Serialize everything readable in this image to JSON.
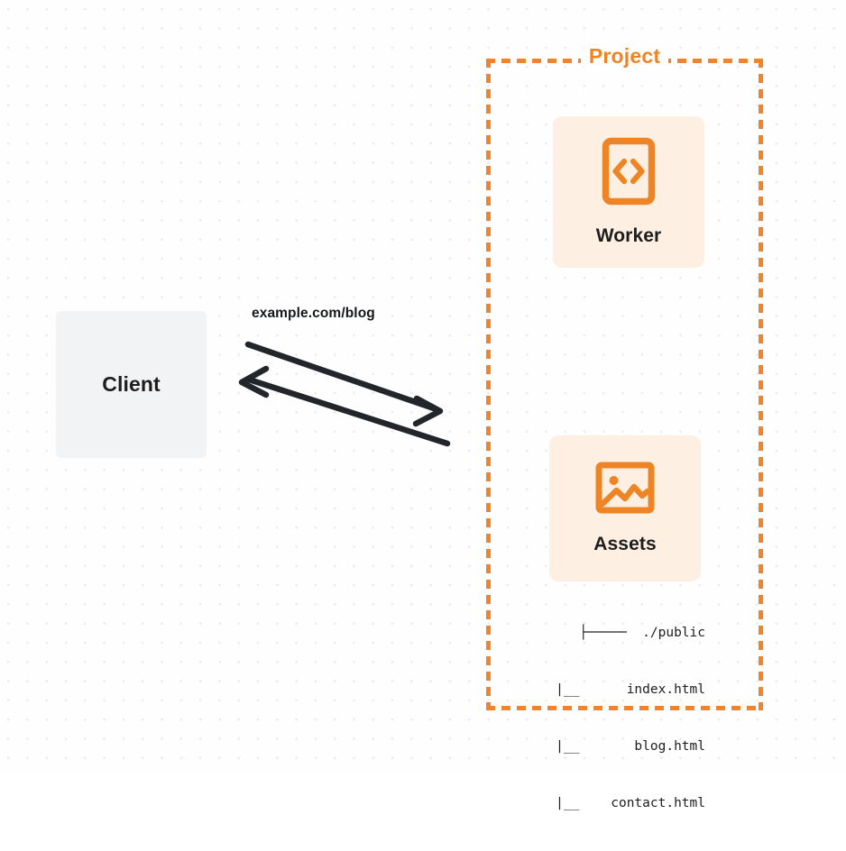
{
  "diagram": {
    "background": {
      "style": "dot-grid",
      "dot_color": "#e9e9ea",
      "page_color": "#fefefe"
    },
    "colors": {
      "accent_orange": "#ef8424",
      "node_fill_orange": "#fdf0e3",
      "node_fill_gray": "#f2f3f5",
      "text_dark": "#1d1d1d",
      "arrow": "#22262a"
    },
    "group": {
      "label": "Project",
      "border_style": "dashed",
      "border_color": "#f1832a"
    },
    "nodes": [
      {
        "id": "client",
        "label": "Client",
        "icon": "none",
        "fill": "#f2f3f5"
      },
      {
        "id": "worker",
        "label": "Worker",
        "icon": "code-brackets-icon",
        "fill": "#fdf0e3"
      },
      {
        "id": "assets",
        "label": "Assets",
        "icon": "image-icon",
        "fill": "#fdf0e3"
      }
    ],
    "edges": [
      {
        "id": "client-to-project",
        "label": "example.com/blog",
        "direction": "bidirectional",
        "from": "client",
        "to": "project"
      }
    ],
    "file_tree": {
      "lines": [
        "├─────  ./public",
        "|__      index.html",
        "|__       blog.html",
        "|__    contact.html"
      ]
    }
  }
}
